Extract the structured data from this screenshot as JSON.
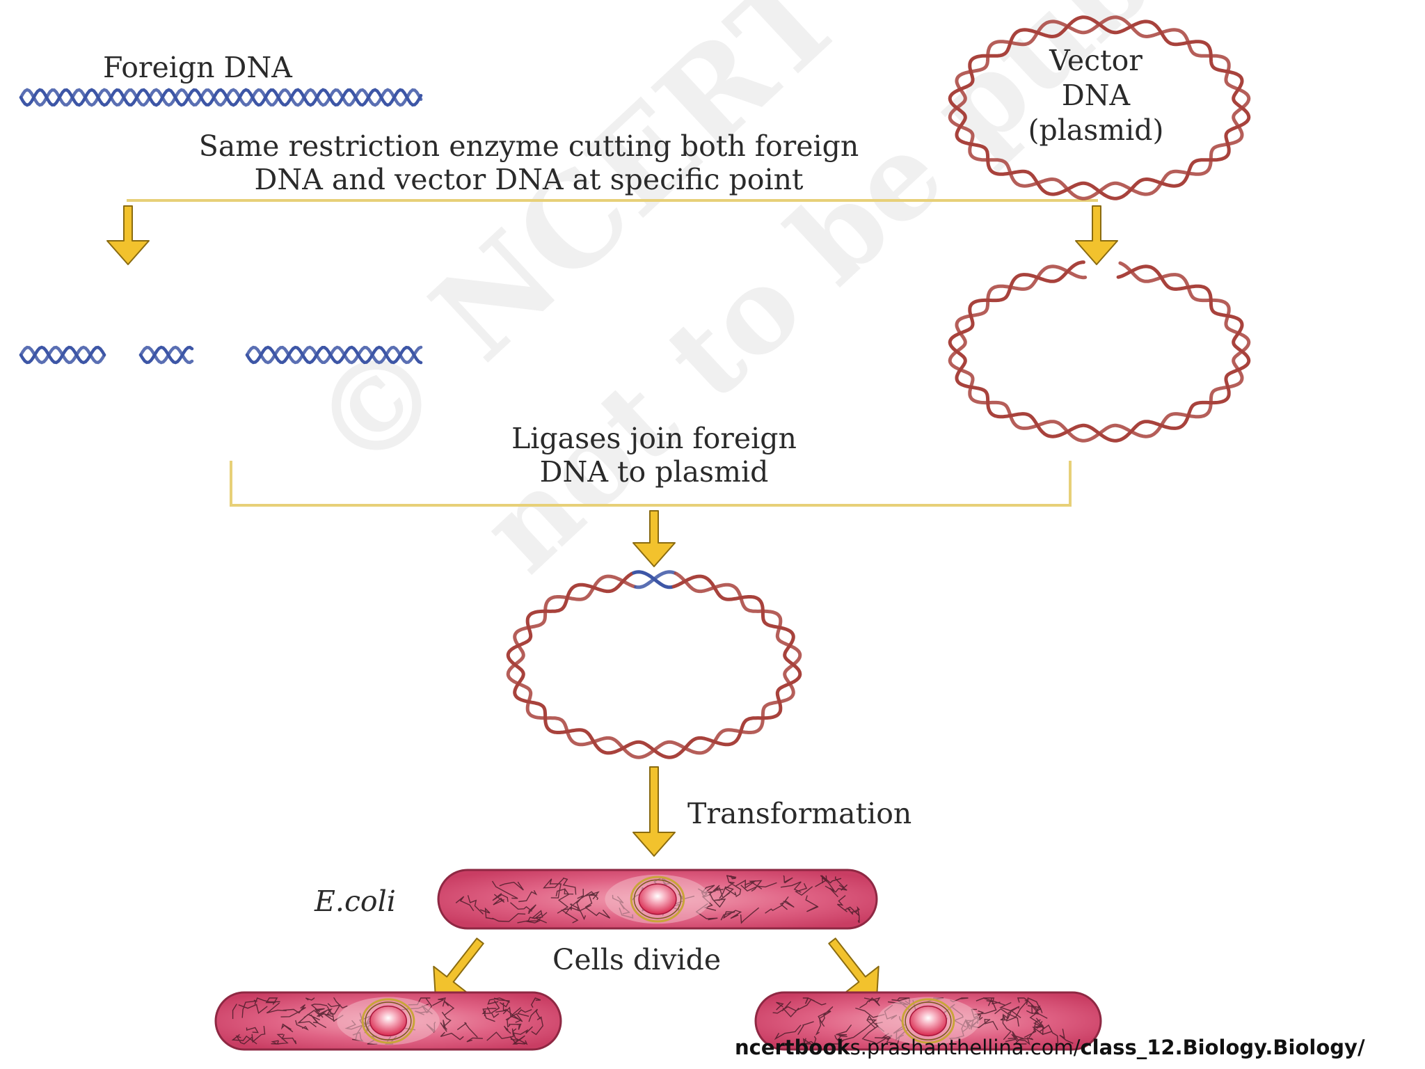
{
  "labels": {
    "foreign_dna": "Foreign DNA",
    "vector_dna": [
      "Vector",
      "DNA",
      "(plasmid)"
    ],
    "restriction": [
      "Same restriction enzyme cutting both foreign",
      "DNA and vector DNA at specific point"
    ],
    "ligases": [
      "Ligases join foreign",
      "DNA to plasmid"
    ],
    "transformation": "Transformation",
    "ecoli": "E.coli",
    "cells_divide": "Cells divide"
  },
  "watermark": [
    "© NCERT",
    "not to be published"
  ],
  "footer": {
    "part1_bold": "ncertbook",
    "part2": "s.prashanthellina.com/",
    "part3_bold": "class_12.Biology.Biology",
    "part4": "/"
  },
  "colors": {
    "foreign_strand": "#3d56a6",
    "vector_strand": "#a8423c",
    "arrow_fill": "#f2c22d",
    "arrow_stroke": "#8a6b10",
    "bracket": "#e7d078",
    "cell_fill": "#d84a72",
    "cell_outline": "#8e2843",
    "cytoplasm_lines": "#3a1620"
  }
}
